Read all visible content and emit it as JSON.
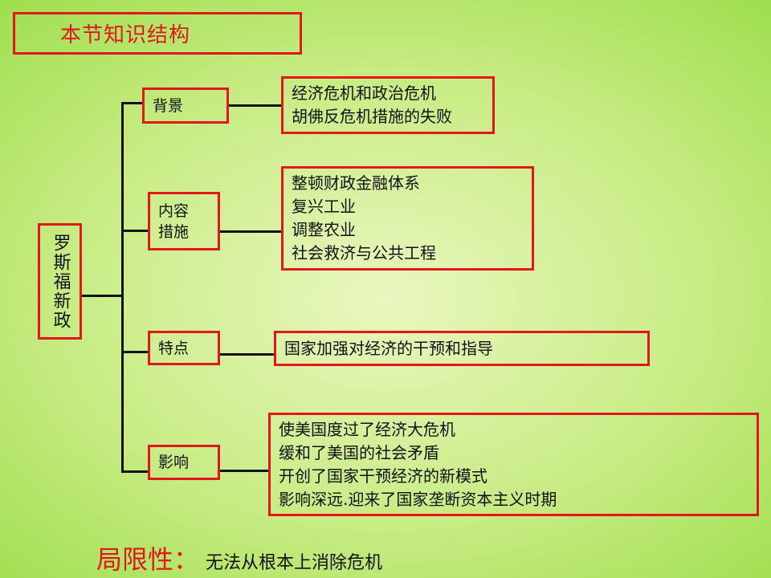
{
  "title": "本节知识结构",
  "root": "罗斯福新政",
  "branches": [
    {
      "label": "背景",
      "details": [
        "经济危机和政治危机",
        "胡佛反危机措施的失败"
      ]
    },
    {
      "label_lines": [
        "内容",
        "措施"
      ],
      "details": [
        "整顿财政金融体系",
        "复兴工业",
        "调整农业",
        "社会救济与公共工程"
      ]
    },
    {
      "label": "特点",
      "details": [
        "国家加强对经济的干预和指导"
      ]
    },
    {
      "label": "影响",
      "details": [
        "使美国度过了经济大危机",
        "缓和了美国的社会矛盾",
        "开创了国家干预经济的新模式",
        "影响深远.迎来了国家垄断资本主义时期"
      ]
    }
  ],
  "limitation": {
    "label": "局限性：",
    "text": "无法从根本上消除危机"
  },
  "colors": {
    "accent": "#e3161c",
    "background_center": "#e9f7bf",
    "background_edge": "#9ede4d",
    "line": "#111111"
  }
}
